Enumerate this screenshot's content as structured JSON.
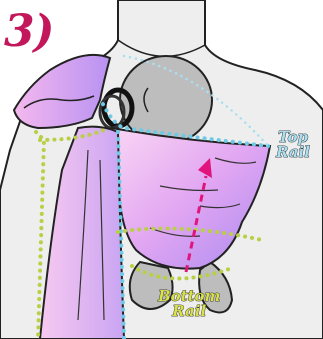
{
  "step_number": "3)",
  "labels": {
    "top_rail": [
      "Top",
      "Rail"
    ],
    "bottom_rail": [
      "Bottom",
      "Rail"
    ]
  },
  "colors": {
    "step": "#c2185b",
    "top_rail_text": "#a9dff0",
    "bottom_rail_text": "#d8e04a",
    "top_rail_dots": "#6ec9e6",
    "bottom_rail_dots": "#b9cf45",
    "arrow": "#e0147a",
    "sling_light": "#f7c9f0",
    "sling_dark": "#b487f0",
    "body": "#efefef",
    "baby": "#bfbfbf"
  }
}
